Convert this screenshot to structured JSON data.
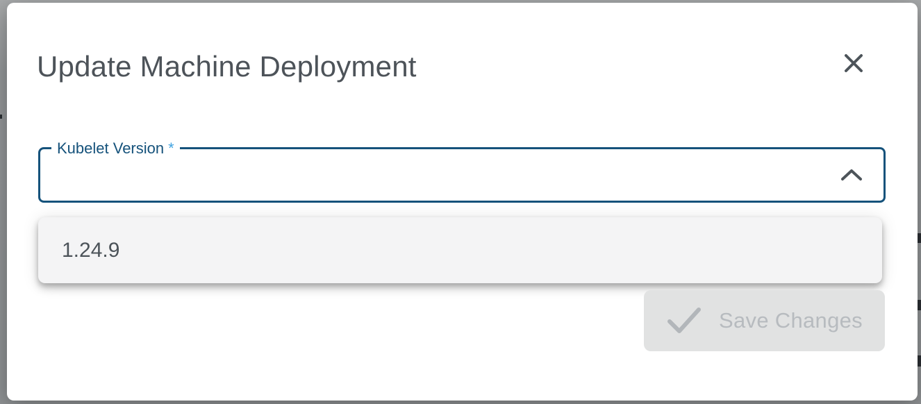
{
  "dialog": {
    "title": "Update Machine Deployment",
    "form": {
      "kubelet_version": {
        "label": "Kubelet Version",
        "required_marker": "*",
        "value": "",
        "state": "open",
        "options": [
          {
            "label": "1.24.9"
          }
        ]
      }
    },
    "actions": {
      "save": {
        "label": "Save Changes",
        "disabled": true
      }
    }
  },
  "icons": {
    "close": "close-icon",
    "select_toggle": "chevron-up-icon",
    "save": "check-icon"
  },
  "colors": {
    "primary_outline": "#15527b",
    "required_asterisk": "#41a3e0",
    "title_text": "#4d5359",
    "option_text": "#4c5359",
    "icon_gray": "#4d545a",
    "dropdown_bg": "#f4f4f5",
    "disabled_button_bg": "#e1e2e2",
    "disabled_button_text": "#b7bbbf",
    "backdrop": "#939698"
  }
}
